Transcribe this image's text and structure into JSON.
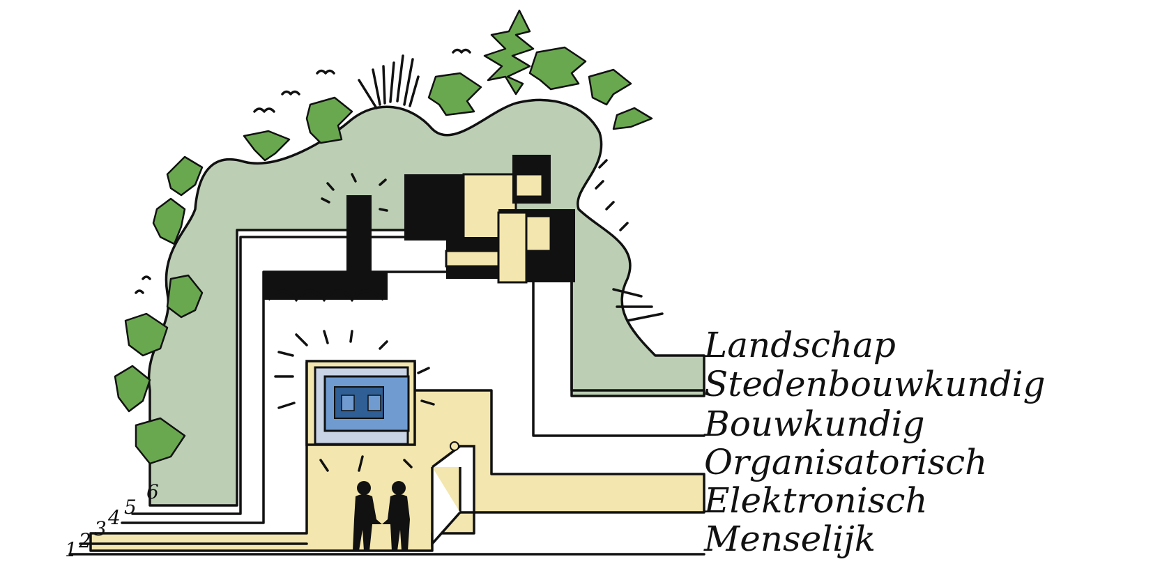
{
  "layers": [
    {
      "number": "1",
      "label": "Menselijk"
    },
    {
      "number": "2",
      "label": "Elektronisch"
    },
    {
      "number": "3",
      "label": "Organisatorisch"
    },
    {
      "number": "4",
      "label": "Bouwkundig"
    },
    {
      "number": "5",
      "label": "Stedenbouwkundig"
    },
    {
      "number": "6",
      "label": "Landschap"
    }
  ],
  "colors": {
    "landscape": "#bccfb4",
    "electronic": "#f3e6ae",
    "building_light": "#f3e6ae",
    "building_dark": "#111111",
    "tree": "#6aa84f",
    "screen_outer": "#c9d3e6",
    "screen_inner": "#6f9bd1",
    "screen_core": "#2f5f95"
  }
}
